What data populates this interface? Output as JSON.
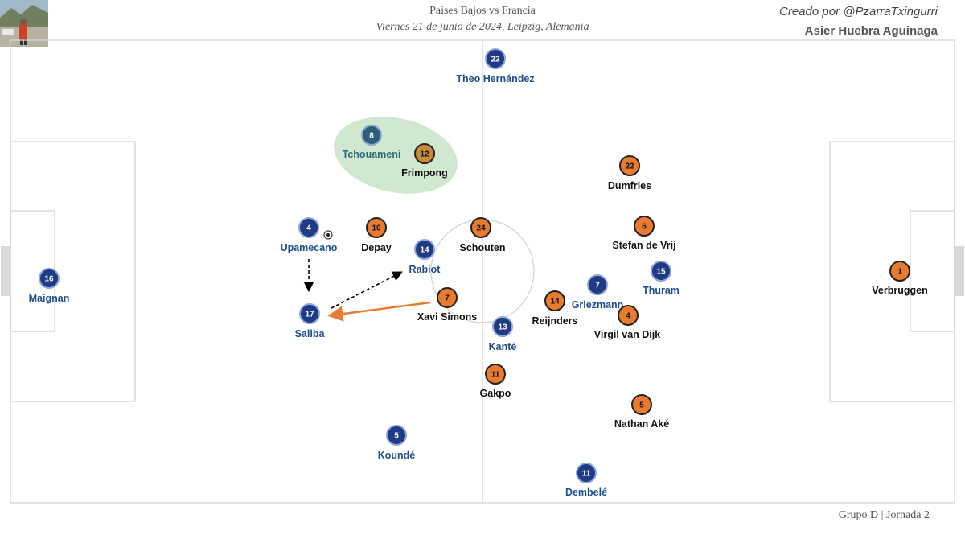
{
  "header": {
    "title": "Países Bajos vs Francia",
    "subtitle": "Viernes 21 de junio de 2024, Leipzig, Alemania"
  },
  "credit": {
    "created_by": "Creado por @PzarraTxingurri",
    "author": "Asier Huebra Aguinaga"
  },
  "footer": {
    "text": "Grupo D | Jornada 2"
  },
  "colors": {
    "france": "#1f3b86",
    "netherlands": "#e87b2f",
    "france_label": "#1f4e8c",
    "netherlands_label": "#111111",
    "highlight": "#cfe8cf",
    "arrow": "#e87b2f",
    "pitch_line": "#d4d4d4"
  },
  "france_players": [
    {
      "number": "22",
      "name": "Theo Hernández"
    },
    {
      "number": "8",
      "name": "Tchouameni"
    },
    {
      "number": "4",
      "name": "Upamecano"
    },
    {
      "number": "14",
      "name": "Rabiot"
    },
    {
      "number": "16",
      "name": "Maignan"
    },
    {
      "number": "17",
      "name": "Saliba"
    },
    {
      "number": "13",
      "name": "Kanté"
    },
    {
      "number": "7",
      "name": "Griezmann"
    },
    {
      "number": "15",
      "name": "Thuram"
    },
    {
      "number": "5",
      "name": "Koundé"
    },
    {
      "number": "11",
      "name": "Dembelé"
    }
  ],
  "netherlands_players": [
    {
      "number": "12",
      "name": "Frimpong"
    },
    {
      "number": "22",
      "name": "Dumfries"
    },
    {
      "number": "10",
      "name": "Depay"
    },
    {
      "number": "24",
      "name": "Schouten"
    },
    {
      "number": "6",
      "name": "Stefan de Vrij"
    },
    {
      "number": "1",
      "name": "Verbruggen"
    },
    {
      "number": "7",
      "name": "Xavi Simons"
    },
    {
      "number": "14",
      "name": "Reijnders"
    },
    {
      "number": "4",
      "name": "Virgil van Dijk"
    },
    {
      "number": "11",
      "name": "Gakpo"
    },
    {
      "number": "5",
      "name": "Nathan Aké"
    }
  ],
  "ball_icon": "soccer-ball-icon"
}
